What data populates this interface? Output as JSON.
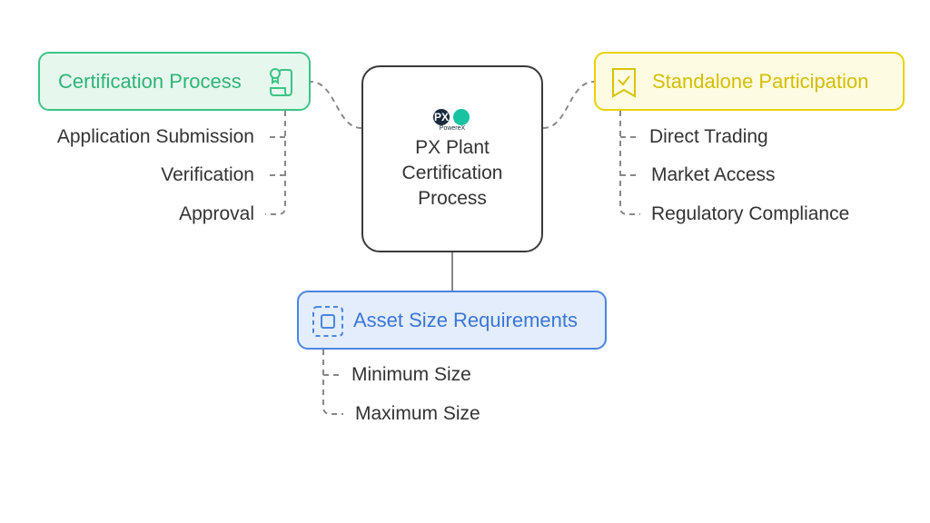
{
  "center": {
    "logo_text": "PX",
    "logo_subtext": "PowereX",
    "title": "PX Plant Certification Process"
  },
  "certification": {
    "title": "Certification Process",
    "icon": "certificate-scroll-icon",
    "color": "#3cc486",
    "items": [
      "Application Submission",
      "Verification",
      "Approval"
    ]
  },
  "participation": {
    "title": "Standalone Participation",
    "icon": "bookmark-check-icon",
    "color": "#e8d200",
    "items": [
      "Direct Trading",
      "Market Access",
      "Regulatory Compliance"
    ]
  },
  "asset": {
    "title": "Asset Size Requirements",
    "icon": "resize-square-icon",
    "color": "#4a86e0",
    "items": [
      "Minimum Size",
      "Maximum Size"
    ]
  }
}
